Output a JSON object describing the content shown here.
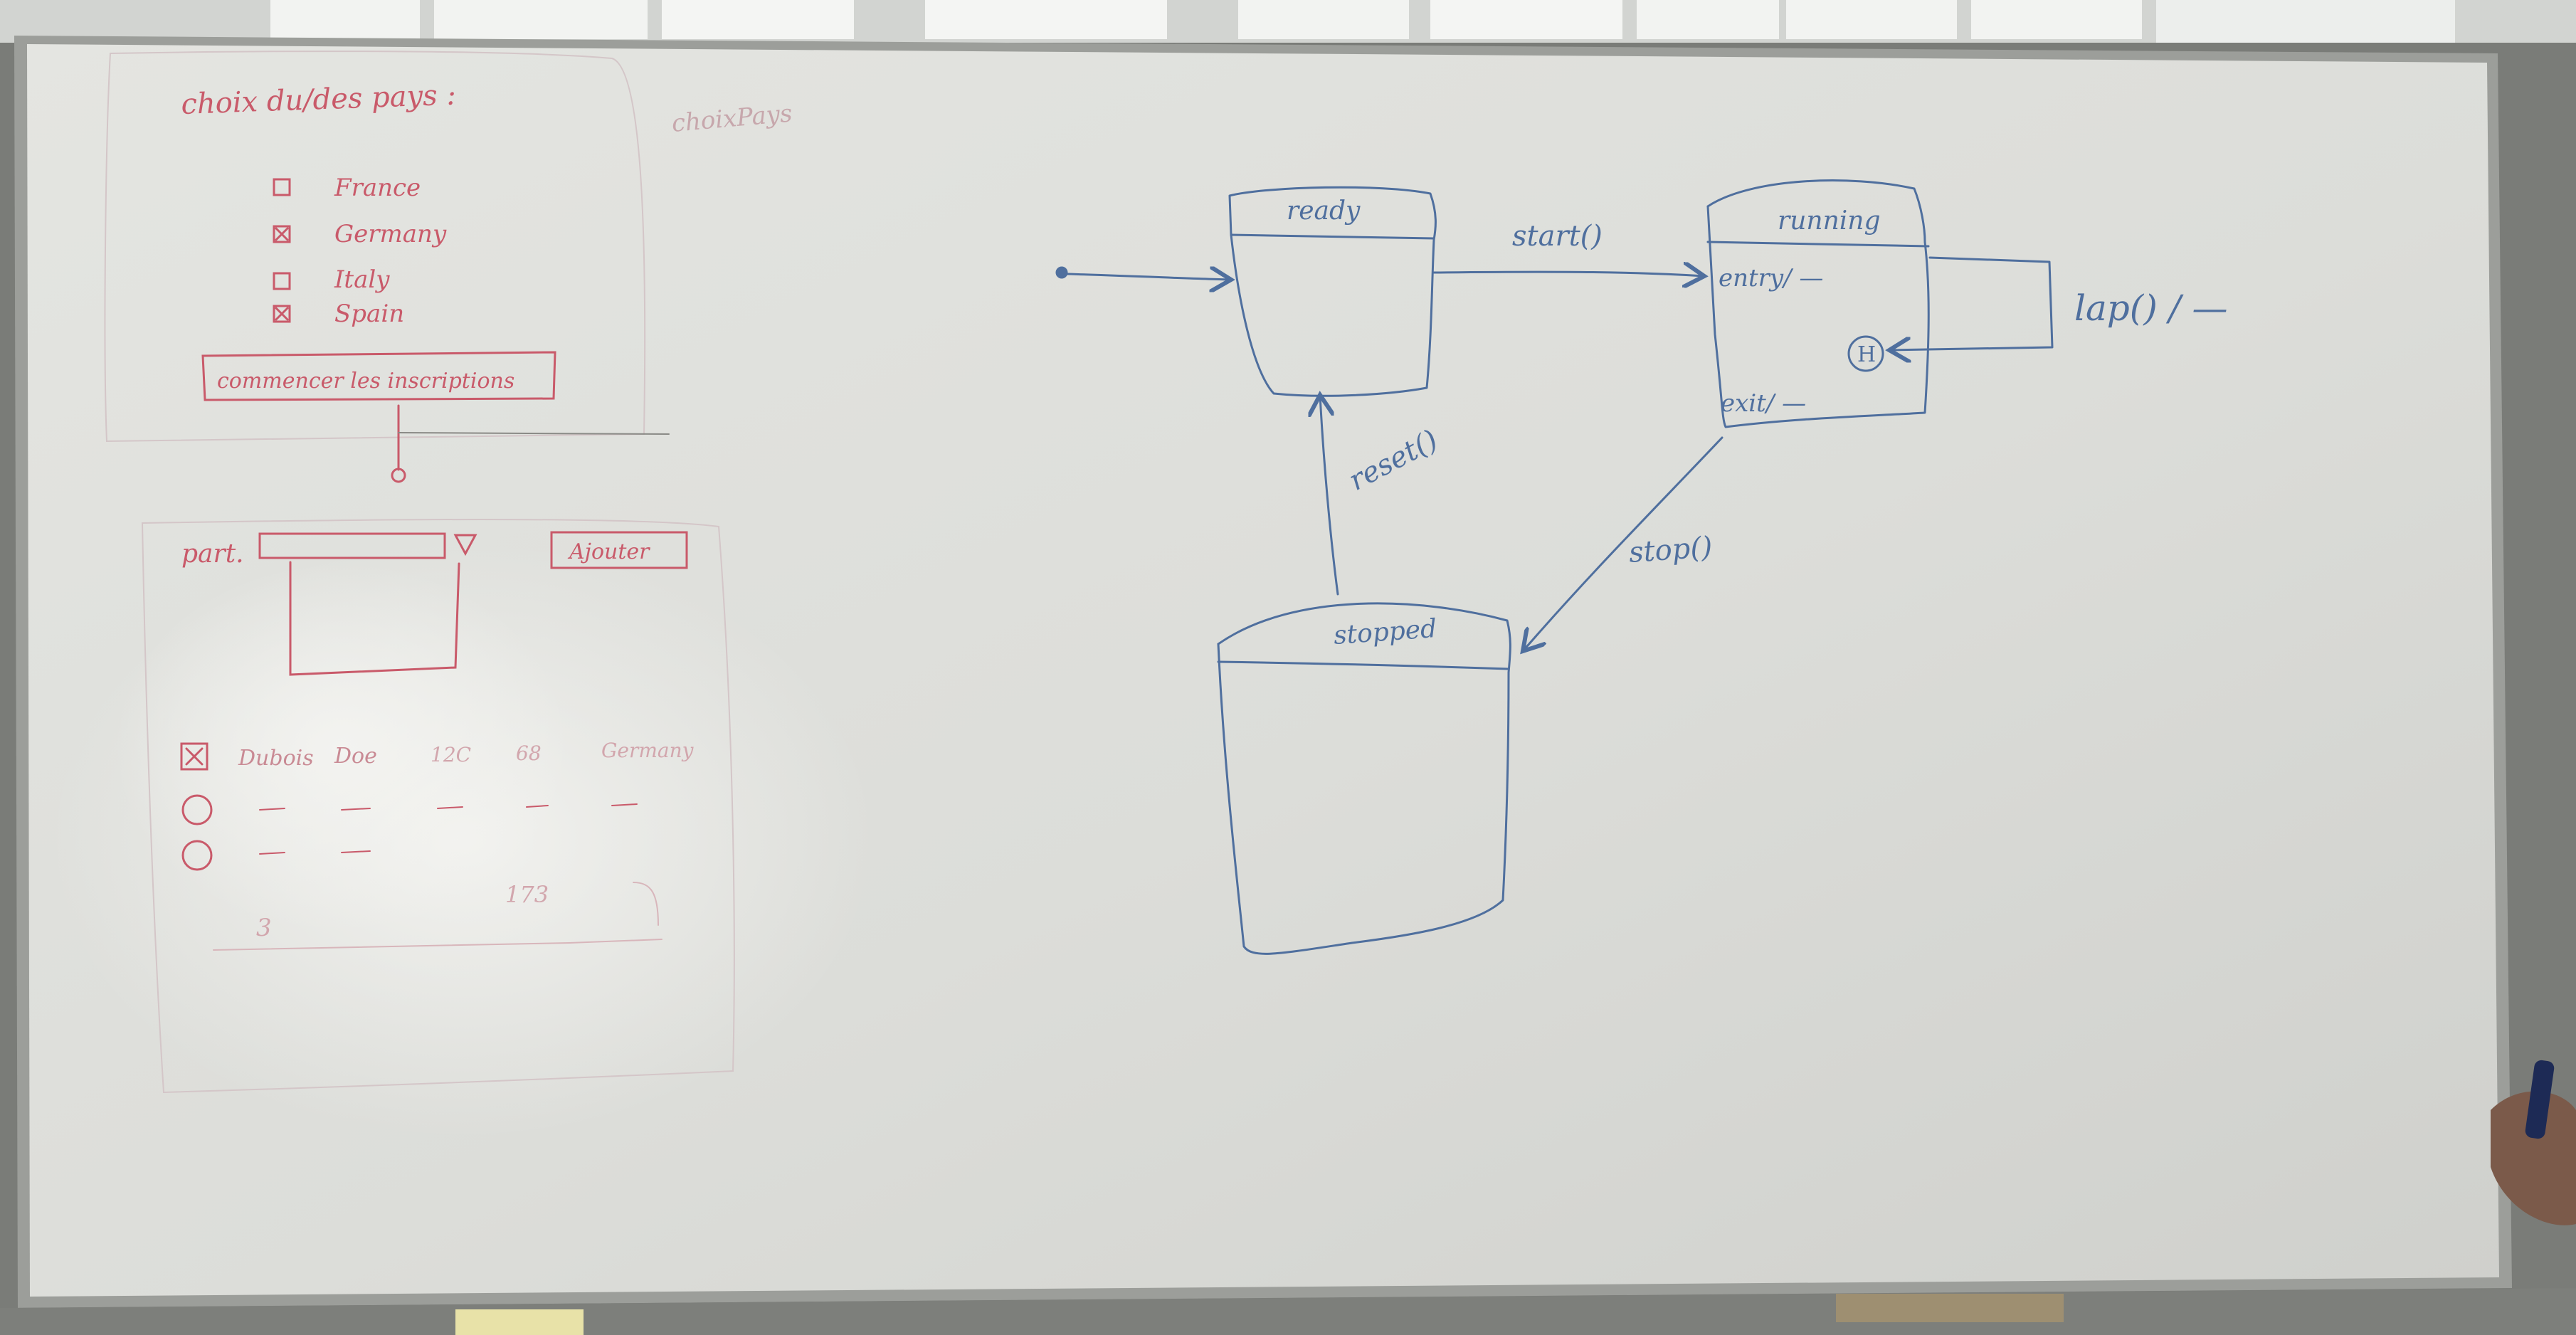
{
  "scene": {
    "subject": "whiteboard",
    "ink_colors": {
      "wireframe": "#c95a6a",
      "statechart": "#4f6f9e"
    }
  },
  "wireframe": {
    "heading": "choix du/des pays :",
    "side_label": "choixPays",
    "countries": [
      {
        "label": "France",
        "checked": false
      },
      {
        "label": "Germany",
        "checked": true
      },
      {
        "label": "Italy",
        "checked": false
      },
      {
        "label": "Spain",
        "checked": true
      }
    ],
    "start_button": "commencer les inscriptions",
    "participant_label": "part.",
    "add_button": "Ajouter",
    "table_row": [
      "Dubois",
      "Doe",
      "12C",
      "68",
      "Germany"
    ],
    "count": "3",
    "total": "173"
  },
  "statechart": {
    "states": [
      {
        "name": "ready",
        "entries": []
      },
      {
        "name": "running",
        "entries": [
          "entry/ —",
          "exit/ —"
        ],
        "history": "H"
      },
      {
        "name": "stopped",
        "entries": []
      }
    ],
    "transitions": [
      {
        "label": "start()",
        "from": "ready",
        "to": "running"
      },
      {
        "label": "stop()",
        "from": "running",
        "to": "stopped"
      },
      {
        "label": "reset()",
        "from": "stopped",
        "to": "ready"
      },
      {
        "label": "lap() / —",
        "from": "running",
        "to": "running"
      }
    ]
  }
}
